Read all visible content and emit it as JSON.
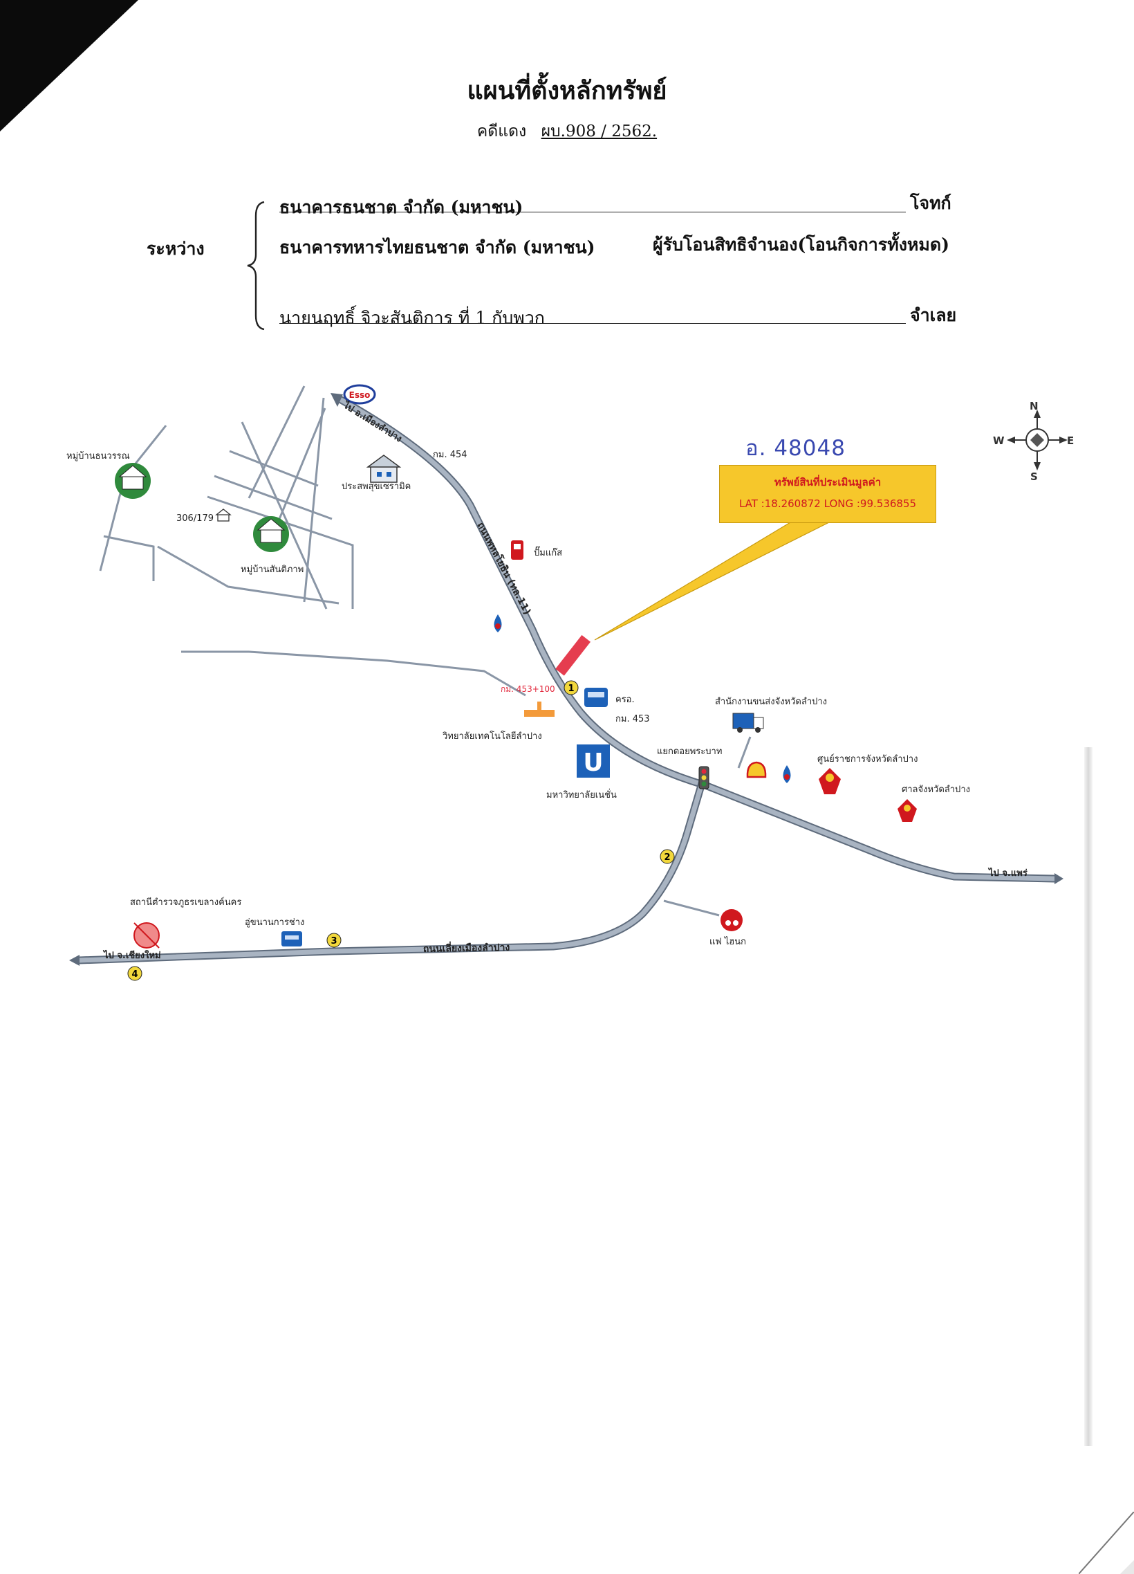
{
  "document": {
    "title": "แผนที่ตั้งหลักทรัพย์",
    "case_label": "คดีแดง",
    "case_number": "ผบ.908 / 2562.",
    "between_label": "ระหว่าง",
    "plaintiff": "ธนาคารธนชาต จำกัด (มหาชน)",
    "plaintiff_role": "โจทก์",
    "transferee": "ธนาคารทหารไทยธนชาต จำกัด (มหาชน)",
    "transferee_role": "ผู้รับโอนสิทธิจำนอง(โอนกิจการทั้งหมด)",
    "defendant": "นายนฤทธิ์ จิวะสันติการ ที่ 1 กับพวก",
    "defendant_role": "จำเลย"
  },
  "map": {
    "callout_title": "ทรัพย์สินที่ประเมินมูลค่า",
    "callout_coords": "LAT :18.260872 LONG :99.536855",
    "handwritten_note": "อ. 48048",
    "compass": {
      "n": "N",
      "s": "S",
      "e": "E",
      "w": "W"
    },
    "road_labels": {
      "top_road": "ถนนพหลโยธิน (ทล.11)",
      "bottom_road": "ถนนเลี่ยงเมืองลำปาง",
      "to_mueang_lampang": "ไป อ.เมืองลำปาง",
      "to_phrae": "ไป จ.แพร่",
      "to_chiangmai": "ไป จ.เชียงใหม่"
    },
    "places": {
      "esso": "Esso",
      "km454": "กม. 454",
      "prasat_ceramic": "ประสพสุขเซรามิค",
      "village_thanawan": "หมู่บ้านธนวรรณ",
      "house_no": "306/179",
      "village_santiphap": "หมู่บ้านสันติภาพ",
      "gas_pump": "ปั๊มแก๊ส",
      "km_marker_red": "กม. 453+100",
      "college": "วิทยาลัยเทคโนโลยีลำปาง",
      "university": "มหาวิทยาลัยเนชั่น",
      "ksor": "ครอ.",
      "km453": "กม. 453",
      "transport_office": "สำนักงานขนส่งจังหวัดลำปาง",
      "intersection": "แยกดอยพระบาท",
      "gov_center": "ศูนย์ราชการจังหวัดลำปาง",
      "court": "ศาลจังหวัดลำปาง",
      "police": "สถานีตำรวจภูธรเขลางค์นคร",
      "garage": "อู่ขนานการช่าง",
      "hondashop": "แฟ ไฮนก"
    },
    "markers": [
      "1",
      "2",
      "3",
      "4"
    ],
    "colors": {
      "road": "#7a8798",
      "callout_bg": "#f6c72b",
      "callout_text": "#d0181e",
      "highlight": "#e2283c",
      "marker": "#f2d83c",
      "university_icon": "#1d61b8"
    },
    "icons": [
      "esso-logo-icon",
      "house-icon",
      "gas-pump-icon",
      "fuel-drop-icon",
      "university-icon",
      "truck-icon",
      "shell-logo-icon",
      "garuda-emblem-icon",
      "traffic-light-icon",
      "police-icon",
      "bus-icon",
      "compass-icon"
    ]
  }
}
